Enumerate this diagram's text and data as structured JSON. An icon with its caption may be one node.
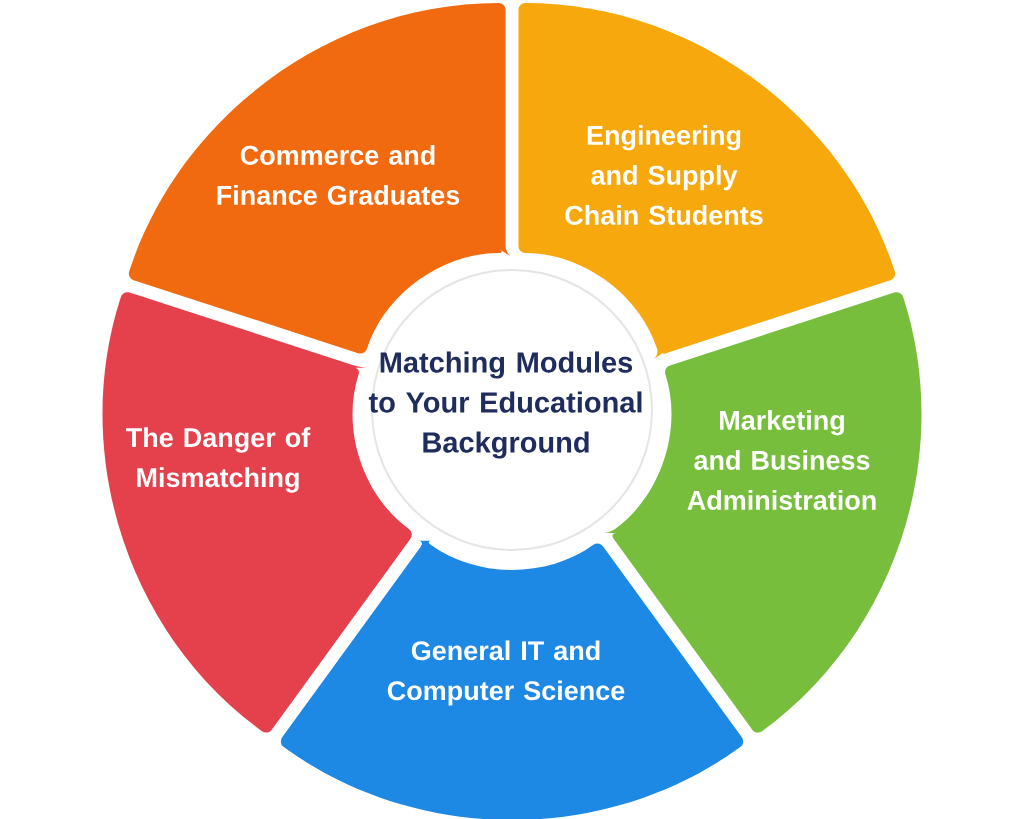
{
  "diagram": {
    "nodes": [
      {
        "text": [
          "Commerce and Finance Graduates"
        ]
      },
      {
        "text": [
          "Engineering and Supply Chain Students"
        ]
      },
      {
        "text": [
          "Matching Modules to Your Educational Background"
        ]
      },
      {
        "text": [
          "The Danger of Mismatching"
        ]
      },
      {
        "text": [
          "Marketing and Business Administration"
        ]
      },
      {
        "text": [
          "General IT and Computer Science"
        ]
      }
    ]
  }
}
